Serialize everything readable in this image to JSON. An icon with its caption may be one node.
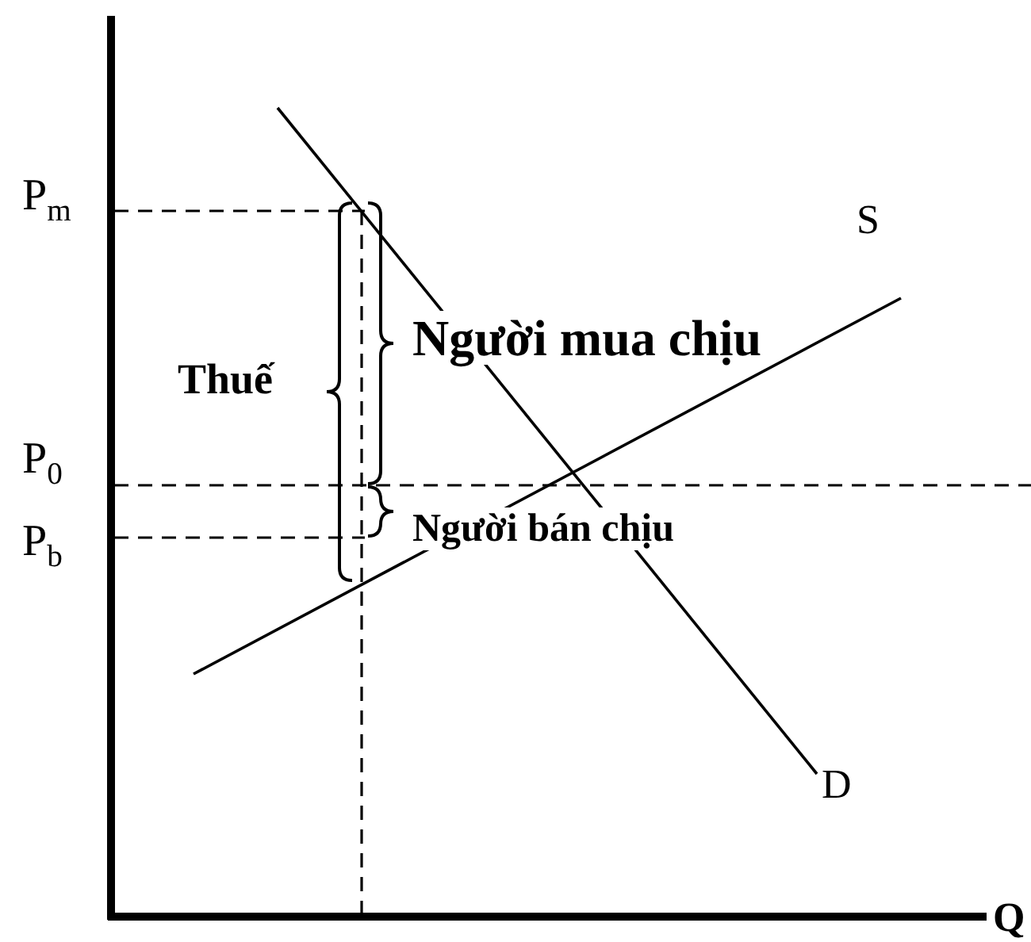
{
  "diagram": {
    "labels": [
      "P$_{m}$",
      "S",
      "Thuế",
      "Người mua chịu",
      "P$_{0}$",
      "P$_{b}$",
      "Người bán chịu",
      "D",
      "Q"
    ]
  }
}
